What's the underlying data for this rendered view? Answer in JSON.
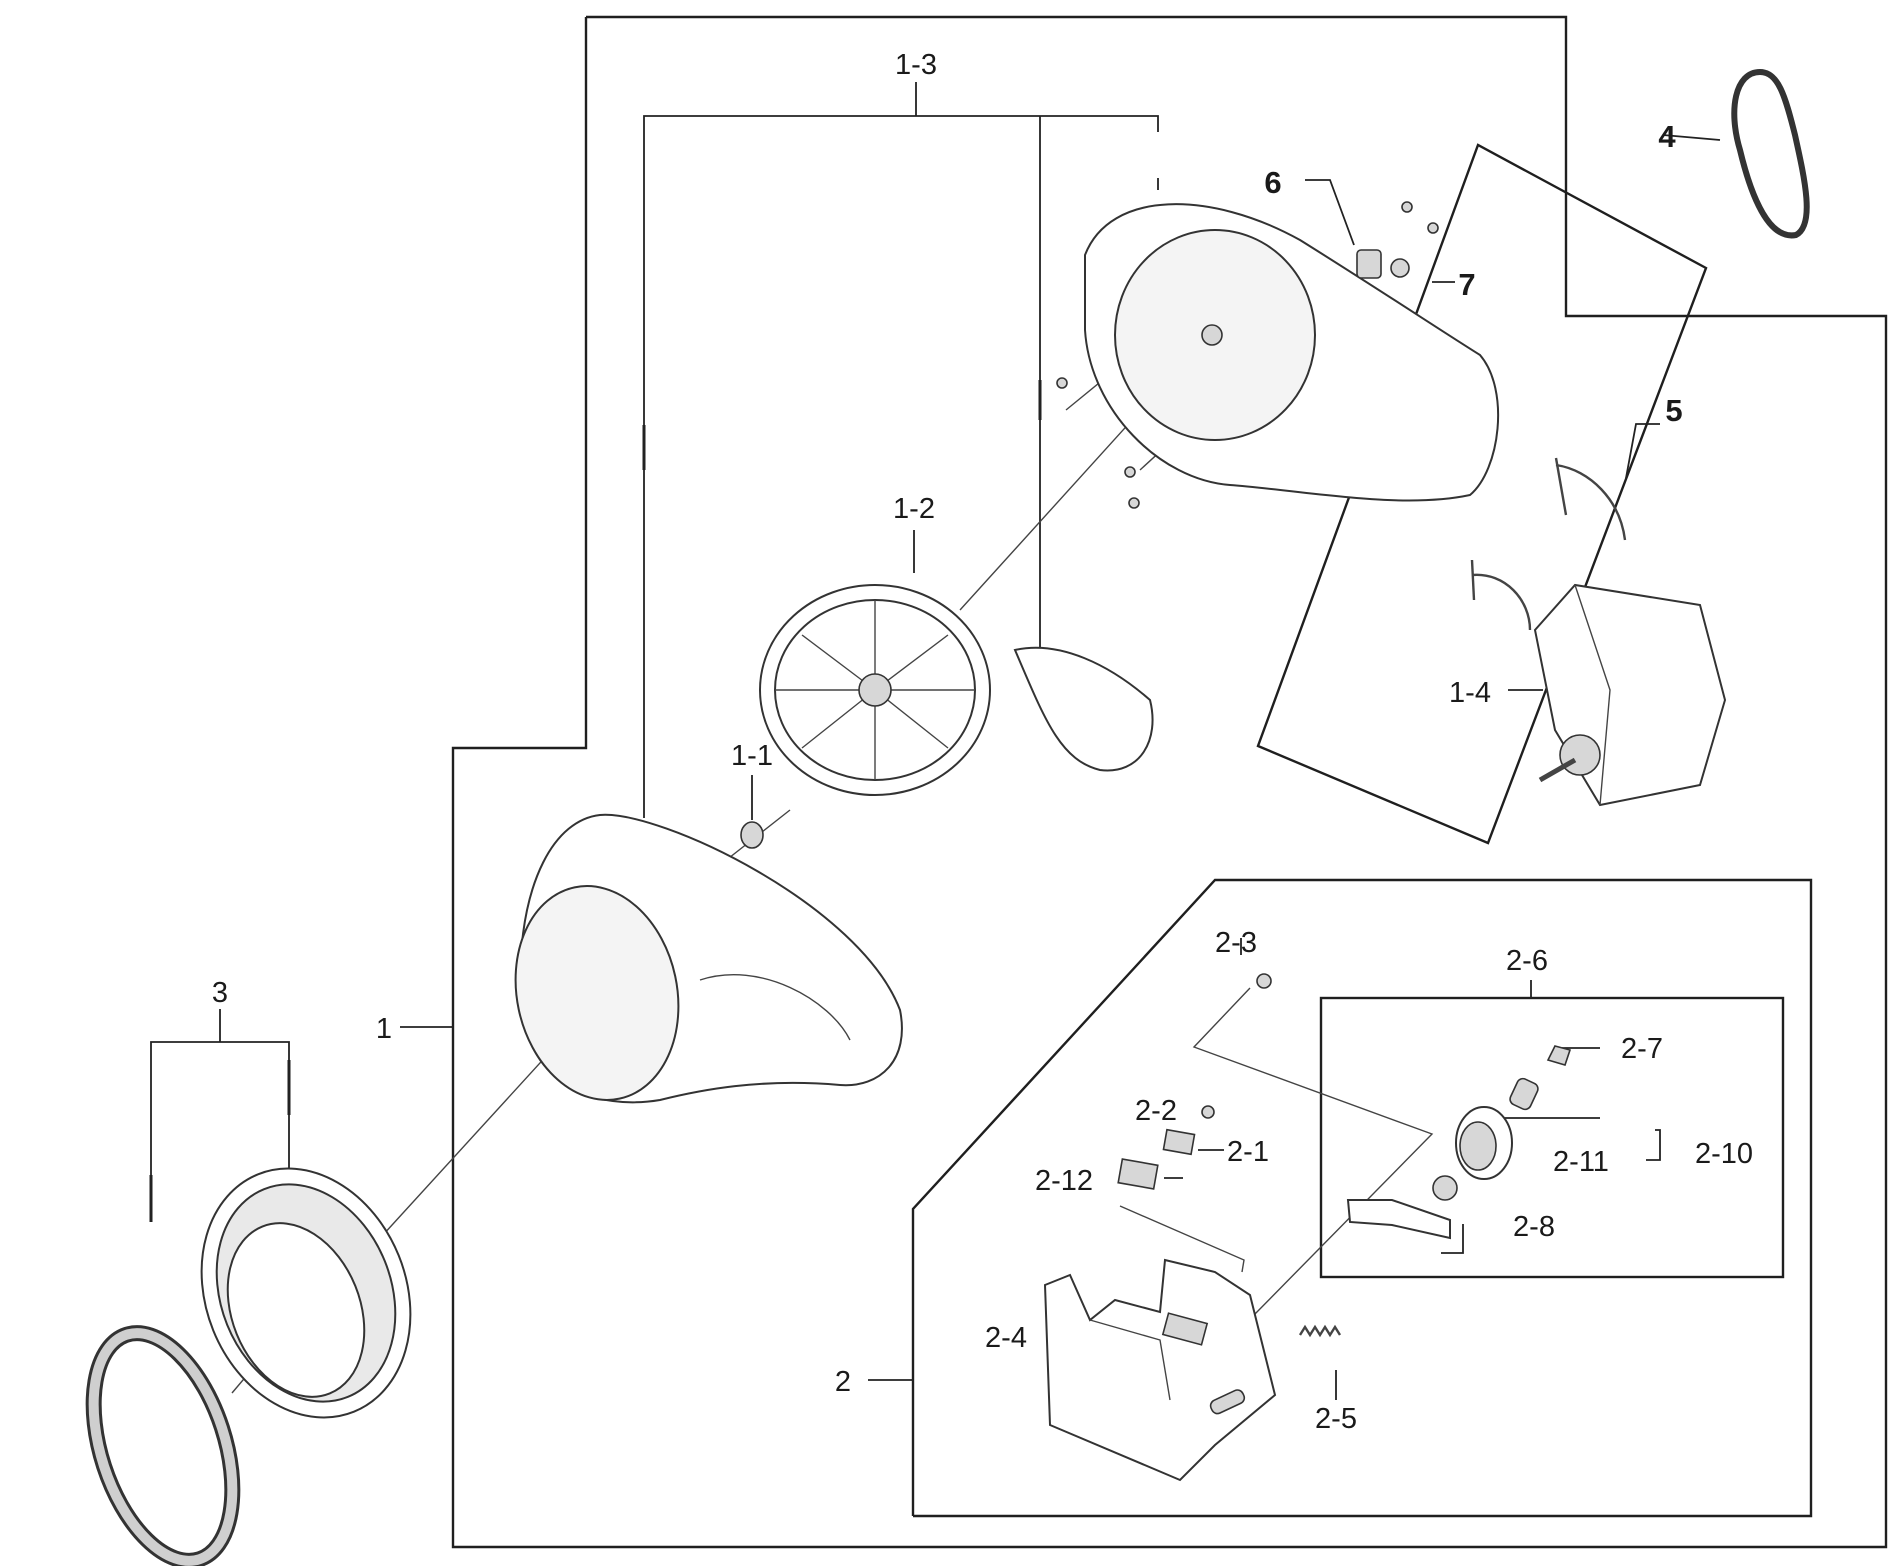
{
  "diagram": {
    "callouts": {
      "c1": "1",
      "c1_1": "1-1",
      "c1_2": "1-2",
      "c1_3": "1-3",
      "c1_4": "1-4",
      "c2": "2",
      "c2_1": "2-1",
      "c2_2": "2-2",
      "c2_3": "2-3",
      "c2_4": "2-4",
      "c2_5": "2-5",
      "c2_6": "2-6",
      "c2_7": "2-7",
      "c2_8": "2-8",
      "c2_10": "2-10",
      "c2_11": "2-11",
      "c2_12": "2-12",
      "c3": "3",
      "c4": "4",
      "c5": "5",
      "c6": "6",
      "c7": "7"
    }
  }
}
